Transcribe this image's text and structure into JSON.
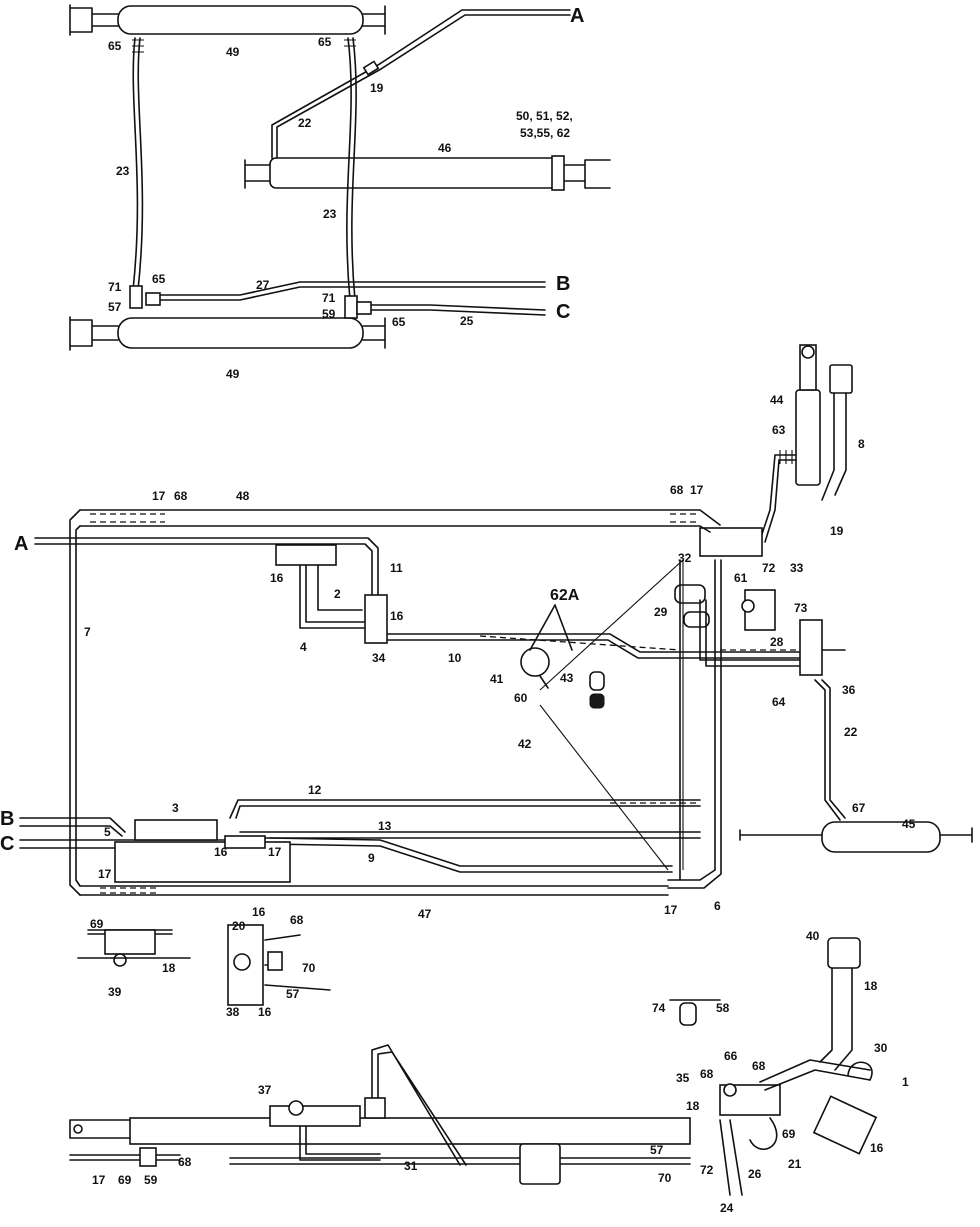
{
  "connectors": [
    "A",
    "B",
    "C"
  ],
  "callouts": {
    "c1": "1",
    "c2": "2",
    "c3": "3",
    "c4": "4",
    "c5": "5",
    "c6": "6",
    "c7": "7",
    "c8": "8",
    "c9": "9",
    "c10": "10",
    "c11": "11",
    "c12": "12",
    "c13": "13",
    "c16": "16",
    "c17": "17",
    "c18": "18",
    "c19": "19",
    "c20": "20",
    "c21": "21",
    "c22": "22",
    "c23": "23",
    "c24": "24",
    "c25": "25",
    "c26": "26",
    "c27": "27",
    "c28": "28",
    "c29": "29",
    "c30": "30",
    "c31": "31",
    "c32": "32",
    "c33": "33",
    "c34": "34",
    "c35": "35",
    "c36": "36",
    "c37": "37",
    "c38": "38",
    "c39": "39",
    "c40": "40",
    "c41": "41",
    "c42": "42",
    "c43": "43",
    "c44": "44",
    "c45": "45",
    "c46": "46",
    "c47": "47",
    "c48": "48",
    "c49": "49",
    "c50_line1": "50, 51, 52,",
    "c50_line2": "53,55, 62",
    "c57": "57",
    "c58": "58",
    "c59": "59",
    "c60": "60",
    "c61": "61",
    "c62A": "62A",
    "c63": "63",
    "c64": "64",
    "c65": "65",
    "c66": "66",
    "c67": "67",
    "c68": "68",
    "c69": "69",
    "c70": "70",
    "c71": "71",
    "c72": "72",
    "c73": "73",
    "c74": "74"
  }
}
